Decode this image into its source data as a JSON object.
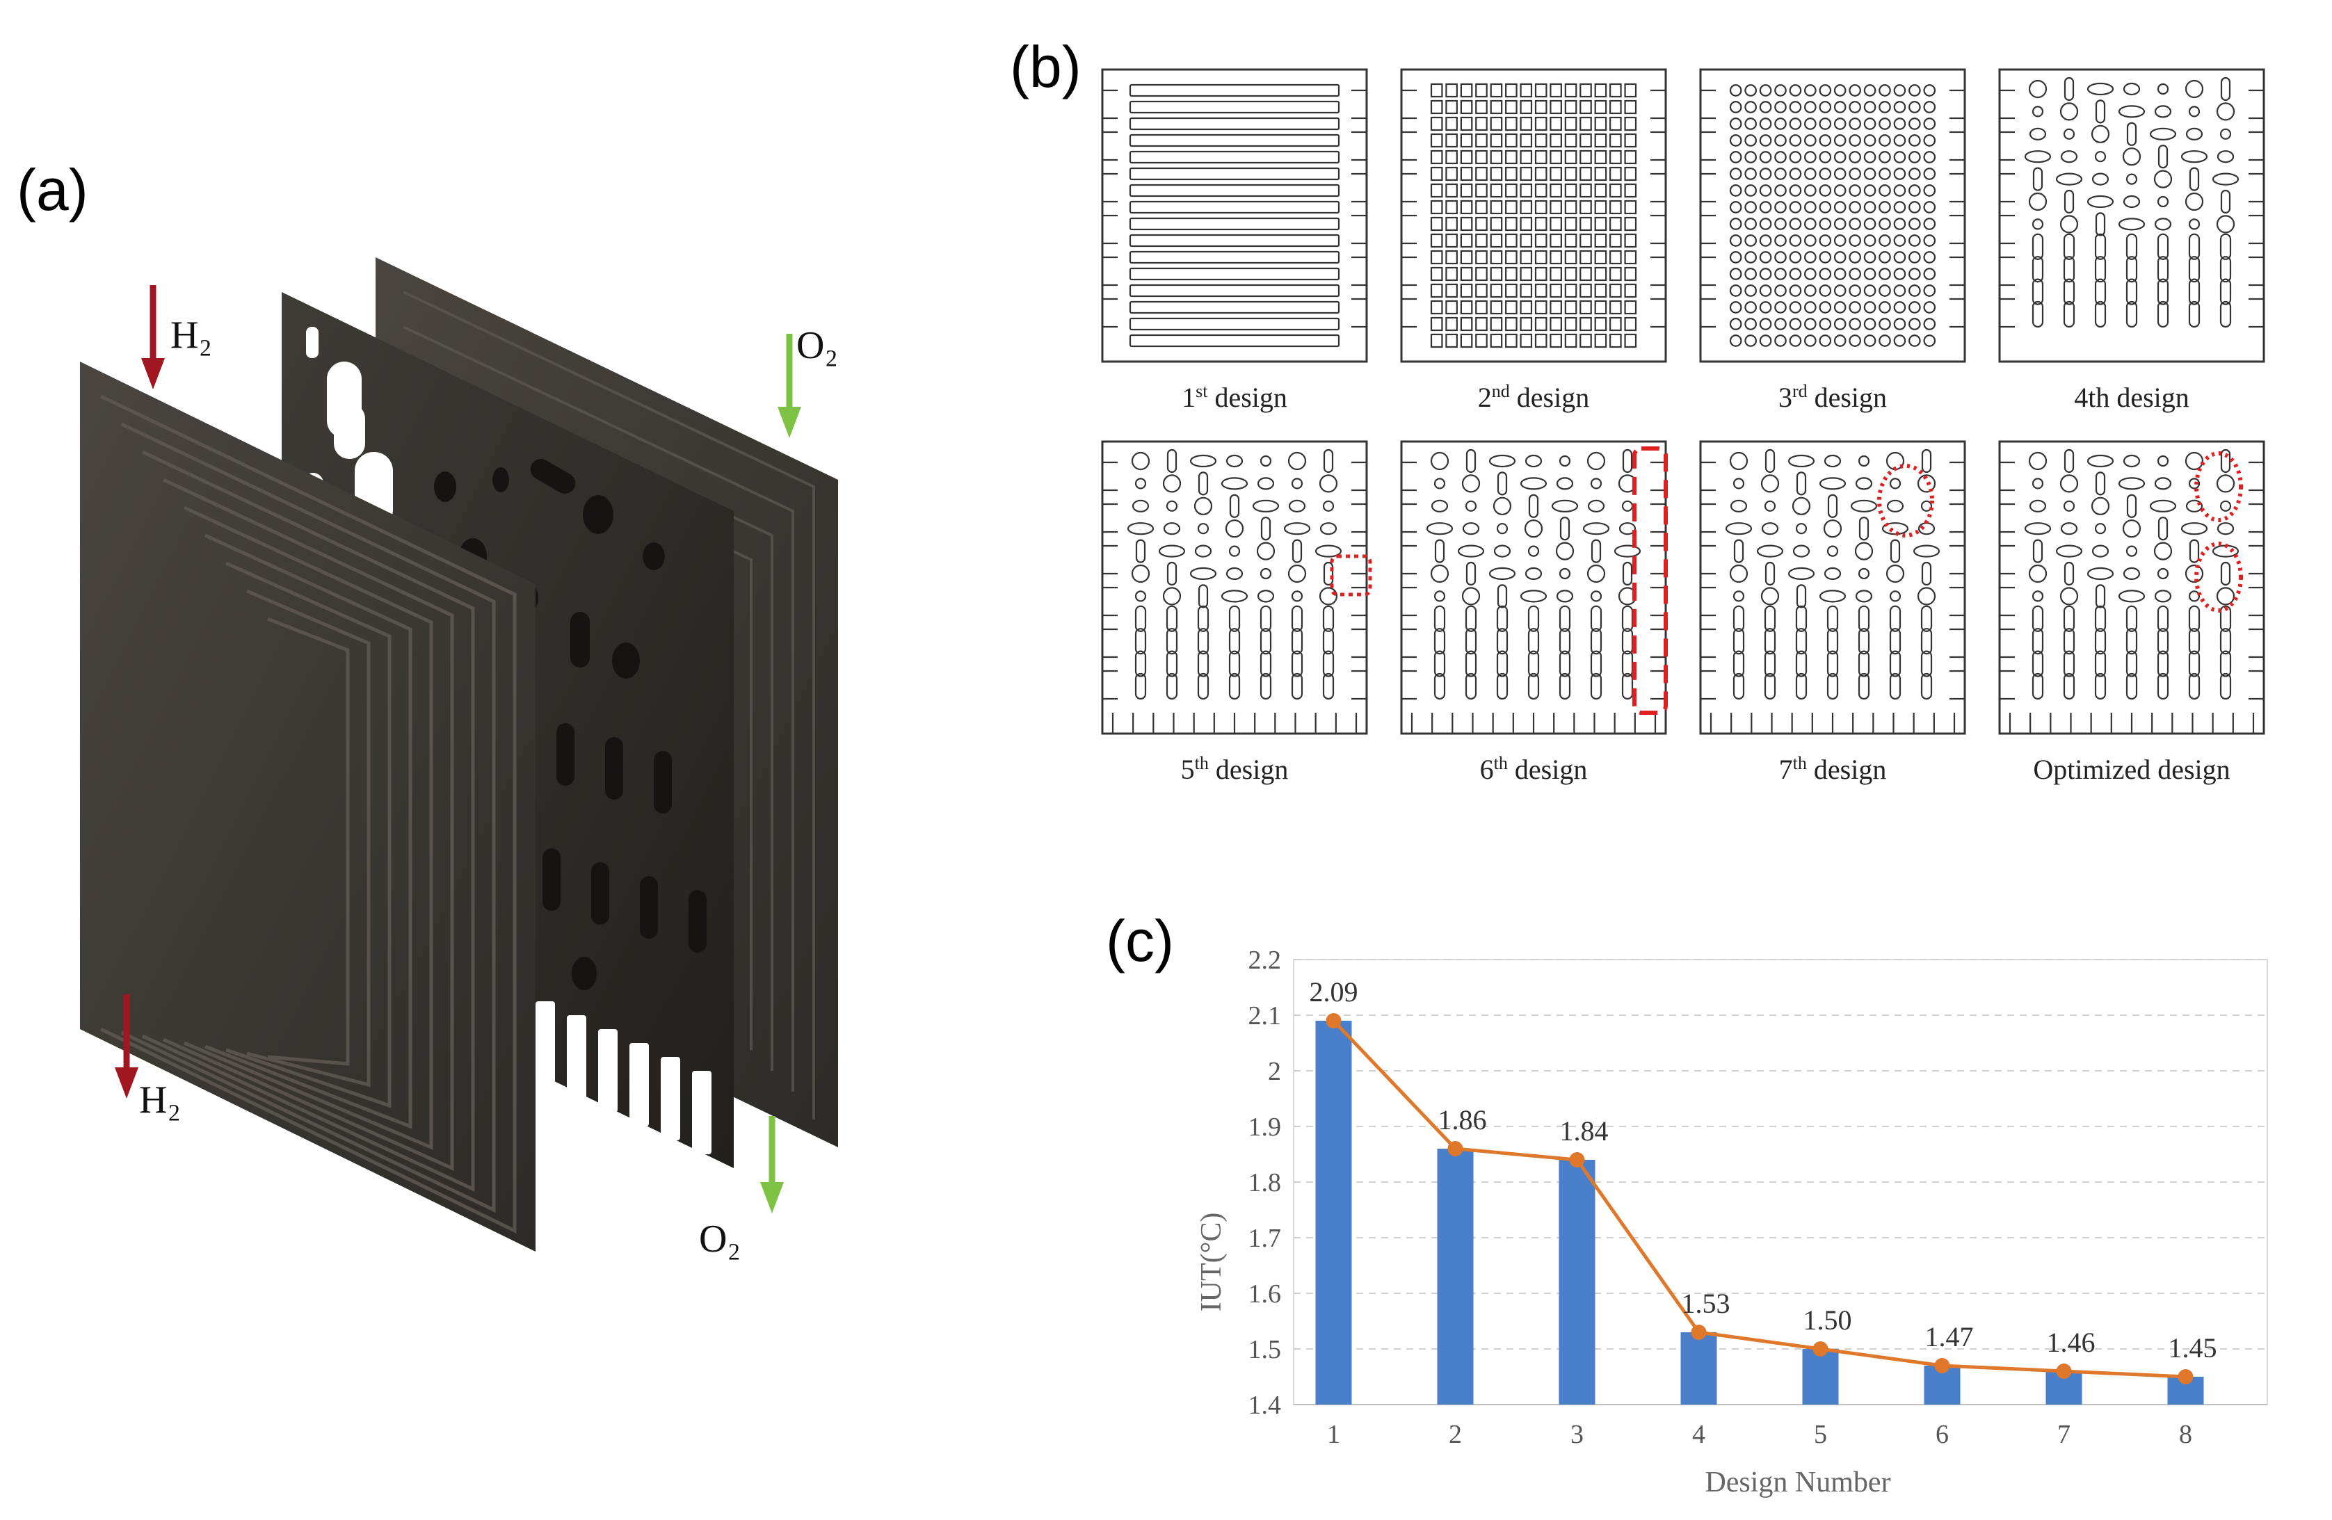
{
  "panels": {
    "a": "(a)",
    "b": "(b)",
    "c": "(c)"
  },
  "fig_a": {
    "h2_top": "H₂",
    "h2_bottom": "H₂",
    "o2_top": "O₂",
    "o2_bottom": "O₂",
    "colors": {
      "h2_arrow": "#a01722",
      "o2_arrow": "#7dc242",
      "plate": "#3a3631"
    }
  },
  "fig_b": {
    "designs": [
      {
        "caption_num": "1",
        "caption_sup": "st",
        "caption_rest": " design",
        "pattern": "channels"
      },
      {
        "caption_num": "2",
        "caption_sup": "nd",
        "caption_rest": " design",
        "pattern": "squares"
      },
      {
        "caption_num": "3",
        "caption_sup": "rd",
        "caption_rest": " design",
        "pattern": "circles"
      },
      {
        "caption_num": "4th design",
        "caption_sup": "",
        "caption_rest": "",
        "pattern": "mixed"
      },
      {
        "caption_num": "5",
        "caption_sup": "th",
        "caption_rest": " design",
        "pattern": "mixed"
      },
      {
        "caption_num": "6",
        "caption_sup": "th",
        "caption_rest": " design",
        "pattern": "mixed"
      },
      {
        "caption_num": "7",
        "caption_sup": "th",
        "caption_rest": " design",
        "pattern": "mixed"
      },
      {
        "caption_num": "Optimized design",
        "caption_sup": "",
        "caption_rest": "",
        "pattern": "mixed"
      }
    ],
    "highlight_color": "#e02020"
  },
  "chart_data": {
    "type": "bar",
    "categories": [
      "1",
      "2",
      "3",
      "4",
      "5",
      "6",
      "7",
      "8"
    ],
    "values": [
      2.09,
      1.86,
      1.84,
      1.53,
      1.5,
      1.47,
      1.46,
      1.45
    ],
    "data_labels": [
      "2.09",
      "1.86",
      "1.84",
      "1.53",
      "1.50",
      "1.47",
      "1.46",
      "1.45"
    ],
    "overlay_line": true,
    "xlabel": "Design Number",
    "ylabel": "IUT(°C)",
    "ylim": [
      1.4,
      2.2
    ],
    "yticks": [
      "1.4",
      "1.5",
      "1.6",
      "1.7",
      "1.8",
      "1.9",
      "2",
      "2.1",
      "2.2"
    ],
    "grid": true,
    "colors": {
      "bar": "#4a7fcb",
      "line": "#e0782c",
      "marker": "#e0782c"
    }
  }
}
